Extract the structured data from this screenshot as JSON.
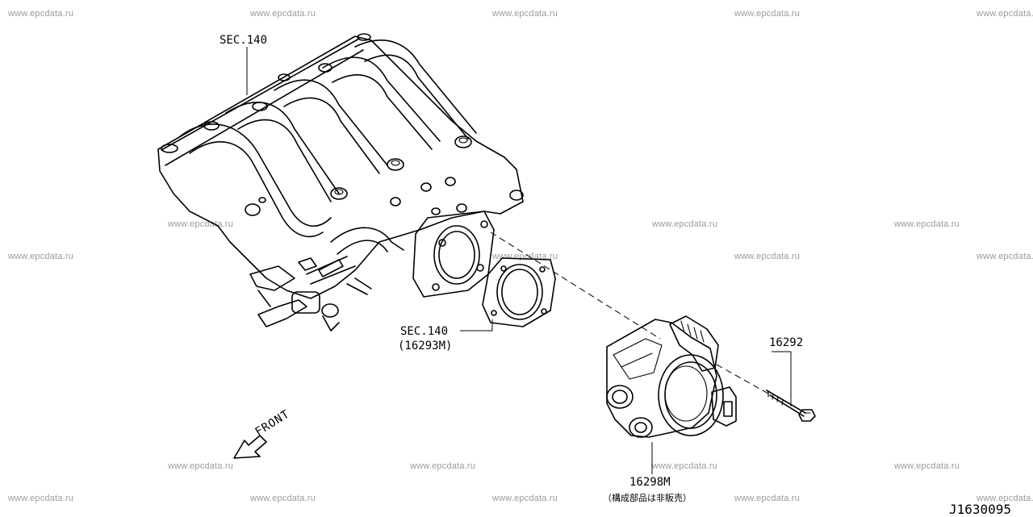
{
  "watermark": "www.epcdata.ru",
  "diagram_code": "J1630095",
  "labels": {
    "sec140_top": "SEC.140",
    "sec140_mid": "SEC.140",
    "sec140_mid_part": "(16293M)",
    "bolt": "16292",
    "throttle_body": "16298M",
    "throttle_body_note": "（構成部品は非販売）",
    "front": "FRONT"
  }
}
